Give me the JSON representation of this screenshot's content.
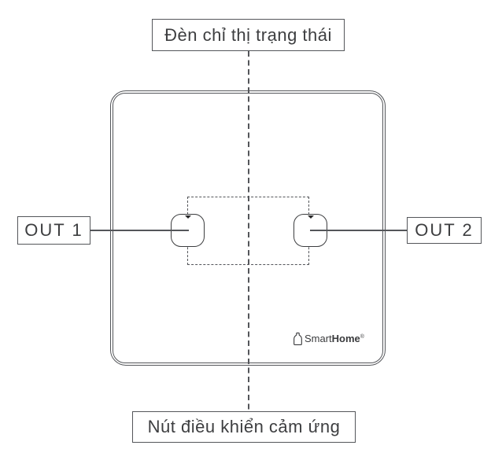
{
  "callouts": {
    "status_led": "Đèn chỉ thị trạng thái",
    "touch_control": "Nút điều khiển cảm ứng",
    "out1": "OUT 1",
    "out2": "OUT 2"
  },
  "brand": {
    "smart": "Smart",
    "home": "Home",
    "reg": "®"
  },
  "colors": {
    "line": "#54565a",
    "text": "#3d3e40",
    "led": "#262627",
    "bg": "#ffffff"
  }
}
